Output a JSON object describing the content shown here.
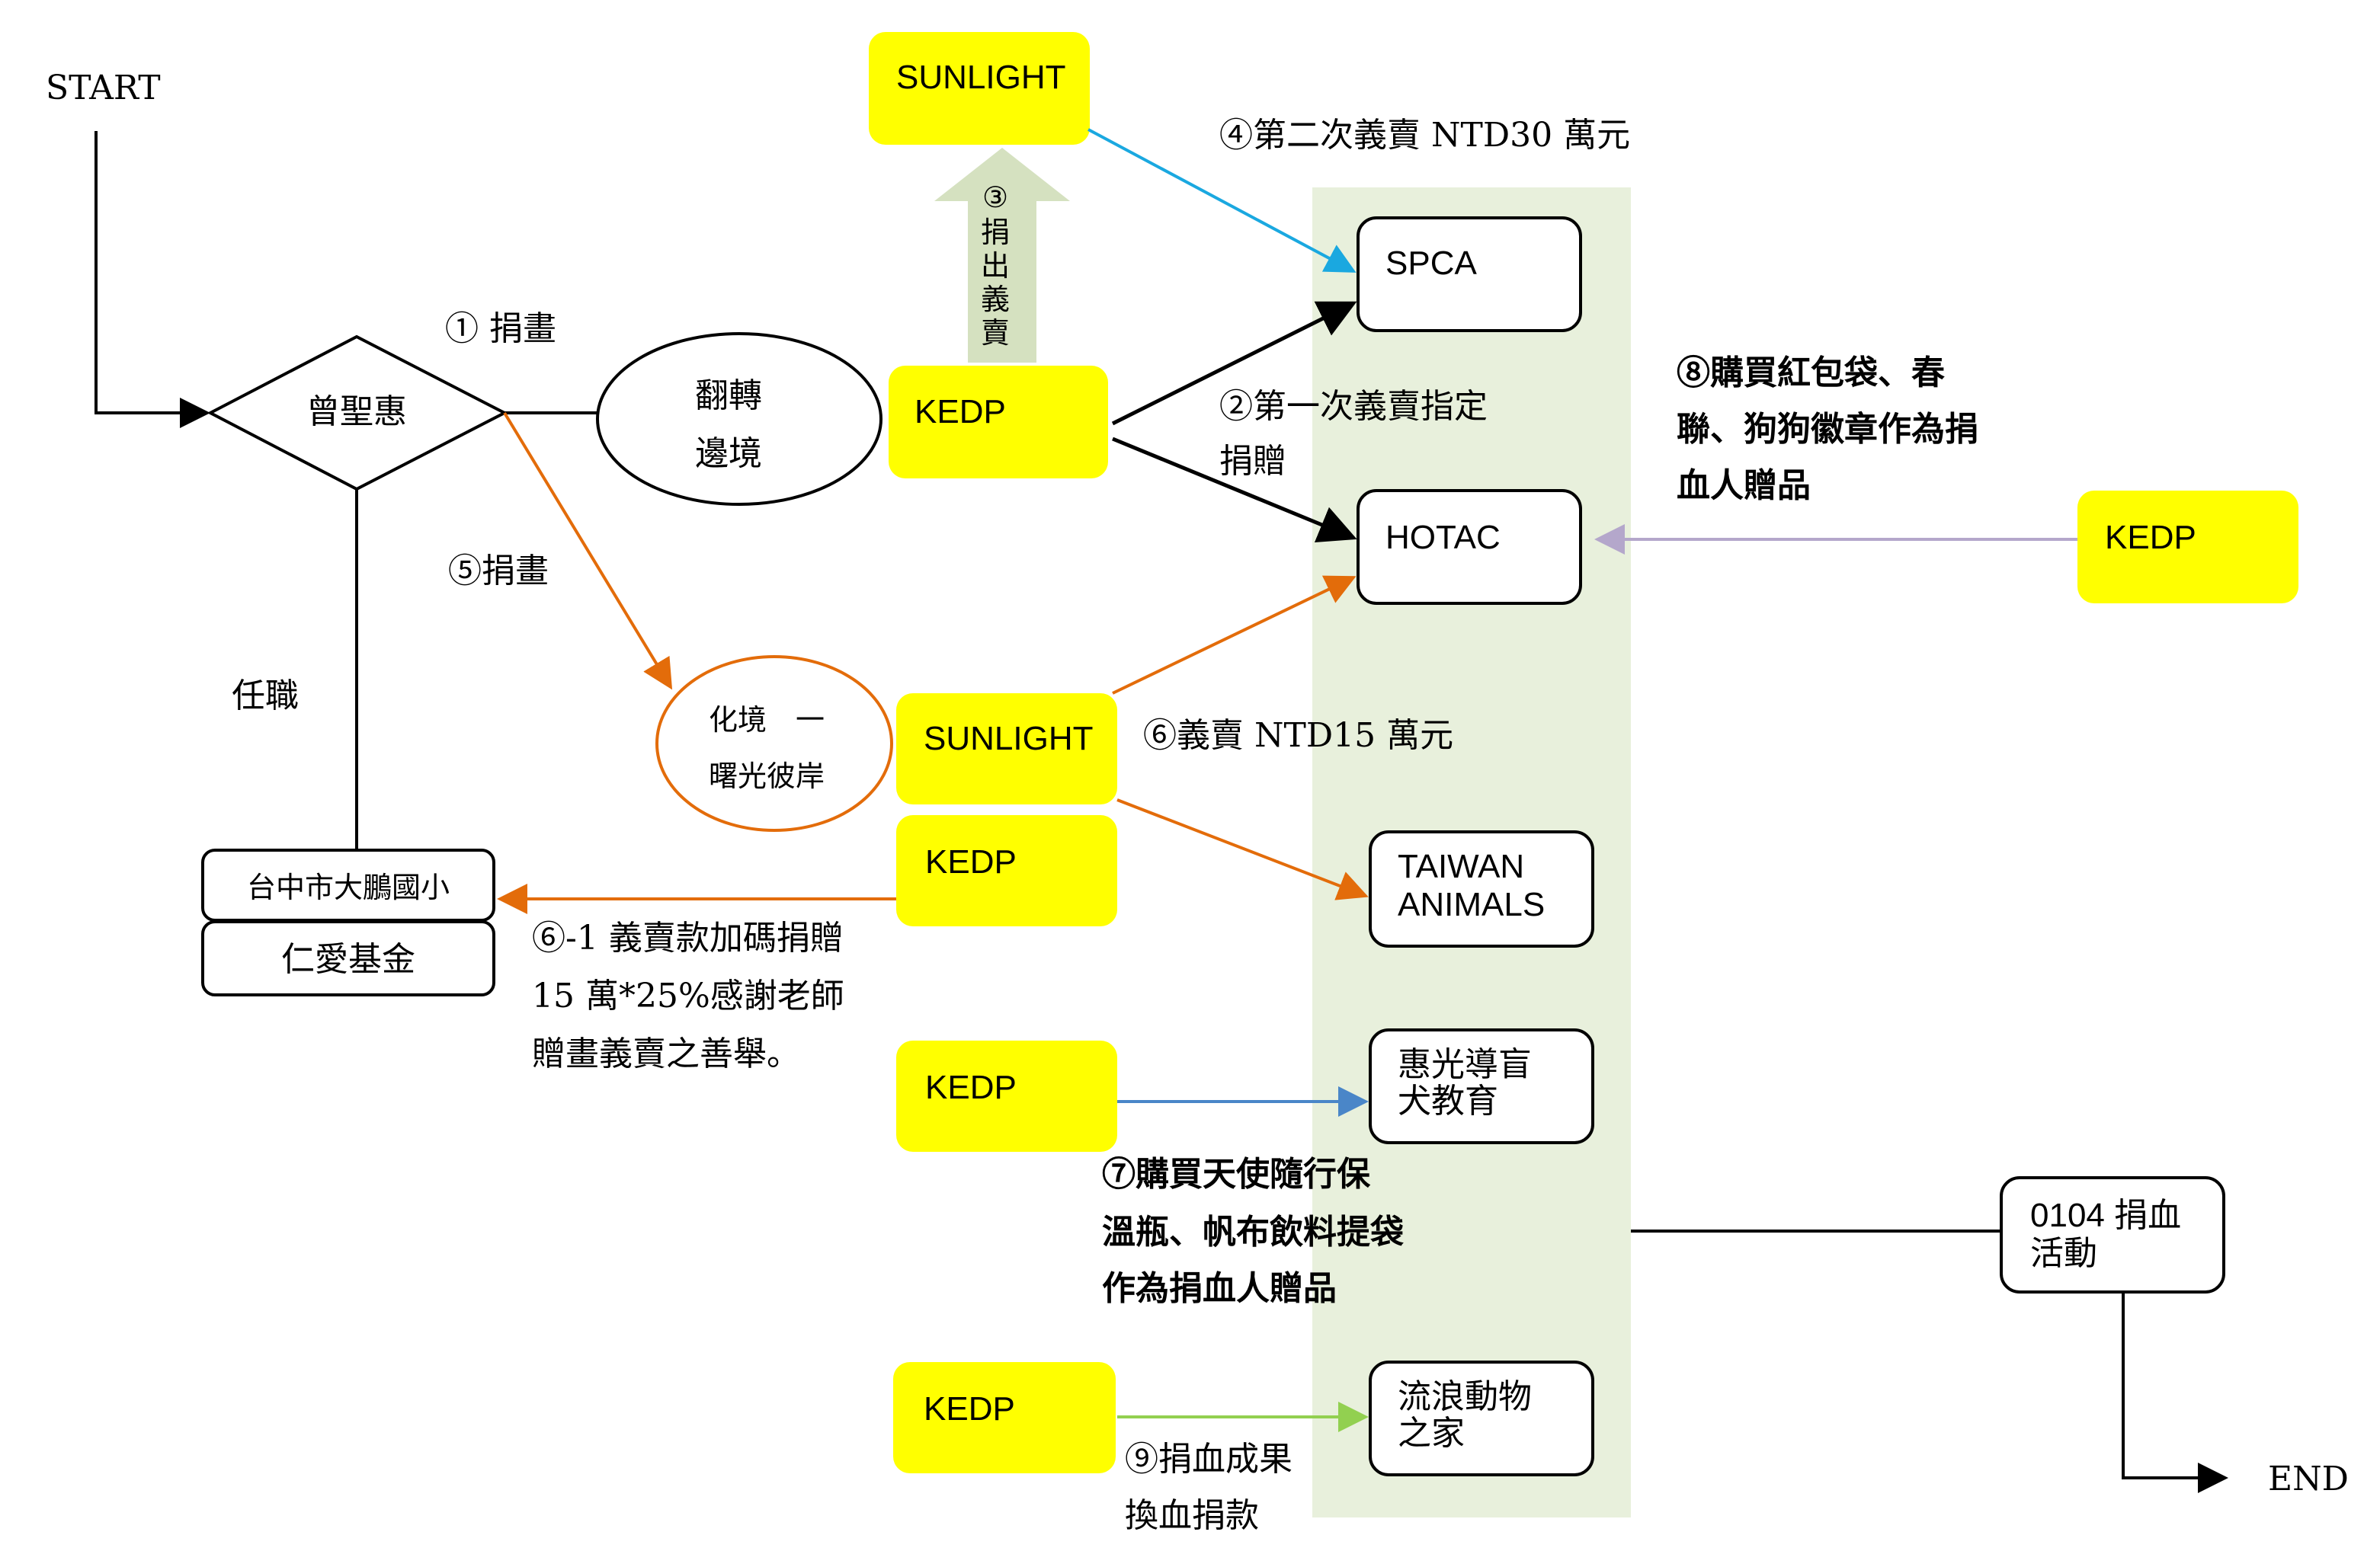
{
  "colors": {
    "yellow": "#ffff00",
    "band": "#e8f0dc",
    "thick_arrow": "#d5e1c0",
    "orange": "#e36c0a",
    "sky": "#1aa8e0",
    "steel": "#4a86c8",
    "lavender": "#b4a7cb",
    "lightgreen": "#92d050",
    "black": "#000000"
  },
  "terminals": {
    "start": "START",
    "end": "END"
  },
  "decision": {
    "label": "曾聖惠"
  },
  "ellipses": {
    "artwork1": [
      "翻轉",
      "邊境"
    ],
    "artwork2": [
      "化境　一",
      "曙光彼岸"
    ]
  },
  "yellow_boxes": {
    "sunlight_top": "SUNLIGHT",
    "kedp_1": "KEDP",
    "sunlight_mid": "SUNLIGHT",
    "kedp_2": "KEDP",
    "kedp_3": "KEDP",
    "kedp_4": "KEDP",
    "kedp_right": "KEDP"
  },
  "recipients": {
    "spca": [
      "SPCA"
    ],
    "hotac": [
      "HOTAC"
    ],
    "taiwan_animals": [
      "TAIWAN",
      "ANIMALS"
    ],
    "guide_dog": [
      "惠光導盲",
      "犬教育"
    ],
    "stray_home": [
      "流浪動物",
      "之家"
    ]
  },
  "school": {
    "top": "台中市大鵬國小",
    "bottom": "仁愛基金"
  },
  "blood_drive": [
    "0104 捐血",
    "活動"
  ],
  "labels": {
    "step1": "①  捐畫",
    "step2": [
      "②第一次義賣指定",
      "捐贈"
    ],
    "step3": [
      "③",
      "捐",
      "出",
      "義",
      "賣"
    ],
    "step4": "④第二次義賣 NTD30 萬元",
    "step5": "⑤捐畫",
    "step6": "⑥義賣 NTD15 萬元",
    "step6_1": [
      "⑥-1 義賣款加碼捐贈",
      "15 萬*25%感謝老師",
      "贈畫義賣之善舉。"
    ],
    "step7": [
      "⑦購買天使隨行保",
      "溫瓶、帆布飲料提袋",
      "作為捐血人贈品"
    ],
    "step8": [
      "⑧購買紅包袋、春",
      "聯、狗狗徽章作為捐",
      "血人贈品"
    ],
    "step9": [
      "⑨捐血成果",
      "換血捐款"
    ],
    "employment": "任職"
  }
}
